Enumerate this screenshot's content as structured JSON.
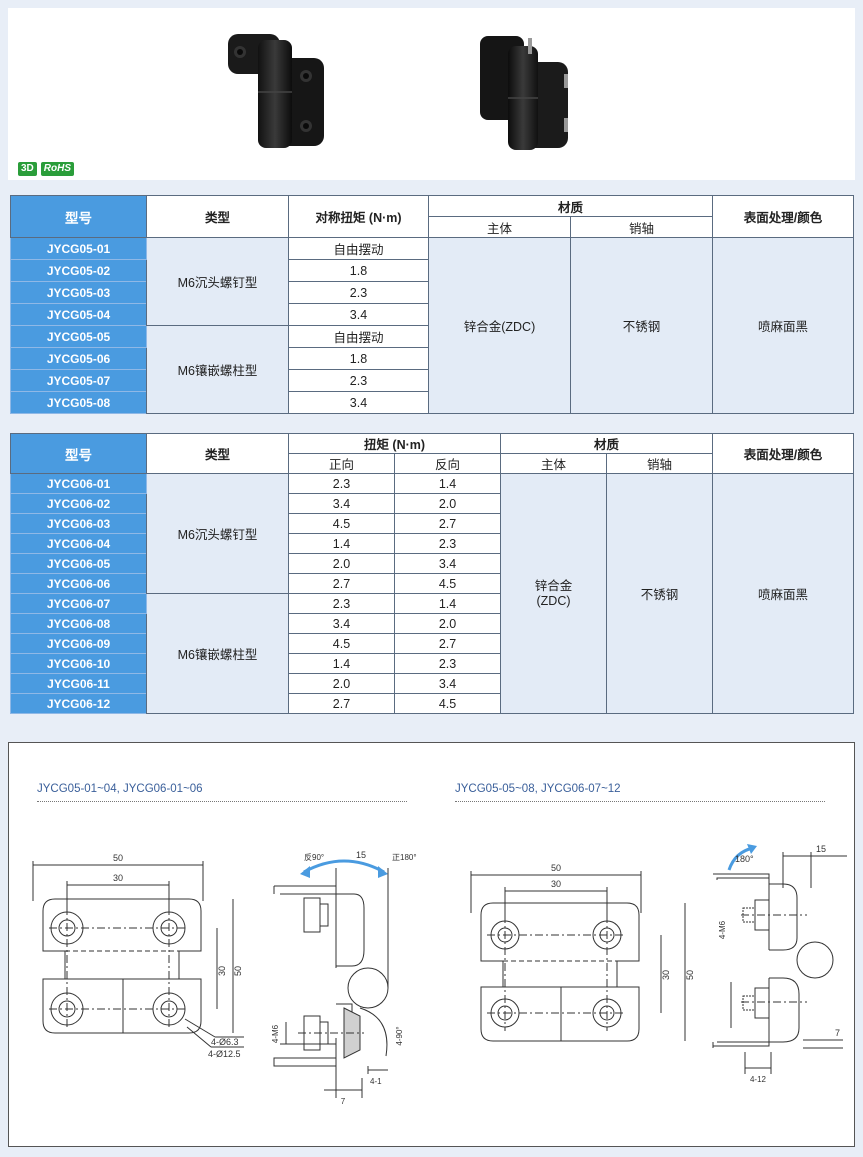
{
  "badges": {
    "d3": "3D",
    "rohs": "RoHS"
  },
  "table1": {
    "headers": {
      "model": "型号",
      "type": "类型",
      "torque": "对称扭矩 (N·m)",
      "material": "材质",
      "material_body": "主体",
      "material_pin": "销轴",
      "surface": "表面处理/颜色"
    },
    "type_countersunk": "M6沉头螺钉型",
    "type_stud": "M6镶嵌螺柱型",
    "body": "锌合金(ZDC)",
    "pin": "不锈钢",
    "surface": "喷麻面黑",
    "rows": [
      {
        "model": "JYCG05-01",
        "torque": "自由摆动"
      },
      {
        "model": "JYCG05-02",
        "torque": "1.8"
      },
      {
        "model": "JYCG05-03",
        "torque": "2.3"
      },
      {
        "model": "JYCG05-04",
        "torque": "3.4"
      },
      {
        "model": "JYCG05-05",
        "torque": "自由摆动"
      },
      {
        "model": "JYCG05-06",
        "torque": "1.8"
      },
      {
        "model": "JYCG05-07",
        "torque": "2.3"
      },
      {
        "model": "JYCG05-08",
        "torque": "3.4"
      }
    ]
  },
  "table2": {
    "headers": {
      "model": "型号",
      "type": "类型",
      "torque": "扭矩 (N·m)",
      "forward": "正向",
      "reverse": "反向",
      "material": "材质",
      "material_body": "主体",
      "material_pin": "销轴",
      "surface": "表面处理/颜色"
    },
    "type_countersunk": "M6沉头螺钉型",
    "type_stud": "M6镶嵌螺柱型",
    "body_line1": "锌合金",
    "body_line2": "(ZDC)",
    "pin": "不锈钢",
    "surface": "喷麻面黑",
    "rows": [
      {
        "model": "JYCG06-01",
        "fwd": "2.3",
        "rev": "1.4"
      },
      {
        "model": "JYCG06-02",
        "fwd": "3.4",
        "rev": "2.0"
      },
      {
        "model": "JYCG06-03",
        "fwd": "4.5",
        "rev": "2.7"
      },
      {
        "model": "JYCG06-04",
        "fwd": "1.4",
        "rev": "2.3"
      },
      {
        "model": "JYCG06-05",
        "fwd": "2.0",
        "rev": "3.4"
      },
      {
        "model": "JYCG06-06",
        "fwd": "2.7",
        "rev": "4.5"
      },
      {
        "model": "JYCG06-07",
        "fwd": "2.3",
        "rev": "1.4"
      },
      {
        "model": "JYCG06-08",
        "fwd": "3.4",
        "rev": "2.0"
      },
      {
        "model": "JYCG06-09",
        "fwd": "4.5",
        "rev": "2.7"
      },
      {
        "model": "JYCG06-10",
        "fwd": "1.4",
        "rev": "2.3"
      },
      {
        "model": "JYCG06-11",
        "fwd": "2.0",
        "rev": "3.4"
      },
      {
        "model": "JYCG06-12",
        "fwd": "2.7",
        "rev": "4.5"
      }
    ]
  },
  "drawings": {
    "left_title": "JYCG05-01~04, JYCG06-01~06",
    "right_title": "JYCG05-05~08, JYCG06-07~12",
    "left": {
      "dim_50": "50",
      "dim_30": "30",
      "dim_v30": "30",
      "dim_v50": "50",
      "hole_small": "4-Ø6.3",
      "hole_large": "4-Ø12.5",
      "rev90": "反90°",
      "dim_15": "15",
      "fwd180": "正180°",
      "m6": "4-M6",
      "angle": "4-90°",
      "dim_41": "4-1",
      "dim_7": "7"
    },
    "right": {
      "dim_50": "50",
      "dim_30": "30",
      "dim_v30": "30",
      "dim_v50": "50",
      "deg180": "180°",
      "dim_15": "15",
      "m6": "4-M6",
      "dim_7": "7",
      "dim_412": "4-12"
    }
  }
}
